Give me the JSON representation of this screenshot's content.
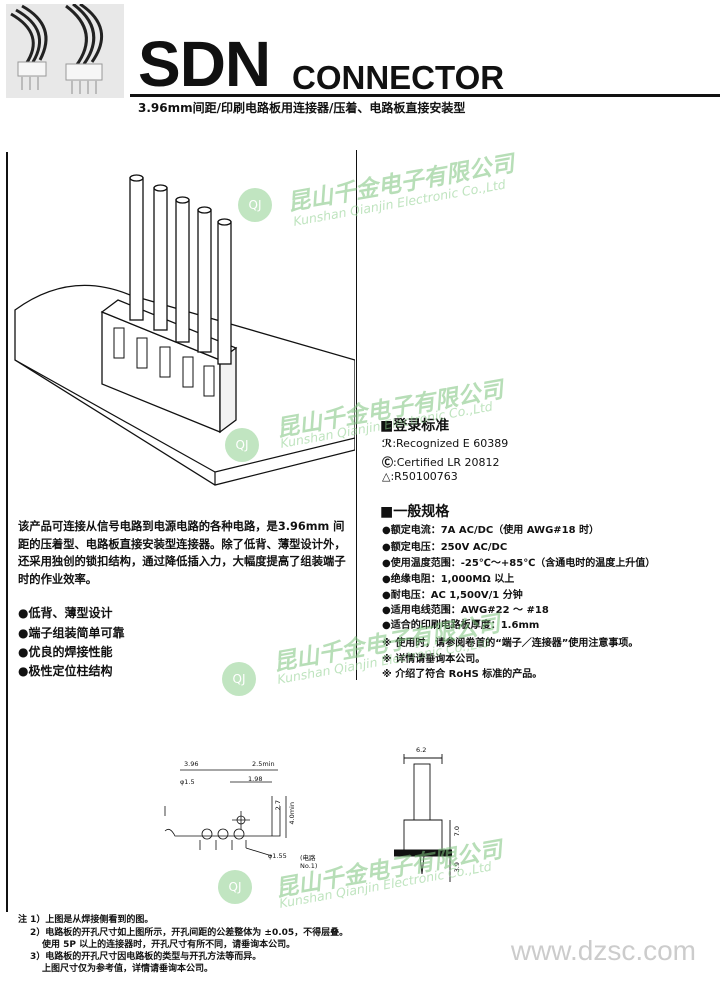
{
  "header": {
    "title_main": "SDN",
    "title_sub": "CONNECTOR",
    "subtitle": "3.96mm间距/印刷电路板用连接器/压着、电路板直接安装型"
  },
  "description": "该产品可连接从信号电路到电源电路的各种电路，是3.96mm 间距的压着型、电路板直接安装型连接器。除了低背、薄型设计外，还采用独创的锁扣结构，通过降低插入力，大幅度提高了组装端子时的作业效率。",
  "features": [
    "●低背、薄型设计",
    "●端子组装简单可靠",
    "●优良的焊接性能",
    "●极性定位柱结构"
  ],
  "registration": {
    "heading": "■登录标准",
    "items": [
      {
        "mark": "ℛ",
        "text": ":Recognized E 60389"
      },
      {
        "mark": "Ⓒ",
        "text": ":Certified LR 20812"
      },
      {
        "mark": "△",
        "text": ":R50100763"
      }
    ]
  },
  "specs": {
    "heading": "■一般规格",
    "items": [
      "●额定电流：7A   AC/DC（使用 AWG#18 时）",
      "●额定电压：250V   AC/DC",
      "●使用温度范围：-25℃～+85℃（含通电时的温度上升值）",
      "●绝缘电阻：1,000MΩ 以上",
      "●耐电压：AC 1,500V/1 分钟",
      "●适用电线范围：AWG#22 ～ #18",
      "●适合的印刷电路板厚度：1.6mm"
    ],
    "notes": [
      "※ 使用时，请参阅卷首的“端子／连接器”使用注意事项。",
      "※ 详情请垂询本公司。",
      "※ 介绍了符合 RoHS 标准的产品。"
    ]
  },
  "drawing_left": {
    "dim_396": "3.96",
    "dim_25": "2.5min",
    "dim_15": "φ1.5",
    "dim_198": "1.98",
    "dim_27": "2.7",
    "dim_40": "4.0min",
    "dim_155": "φ1.55",
    "dim_pin": "(电路No.1)"
  },
  "drawing_right": {
    "dim_62": "6.2",
    "dim_70": "7.0",
    "dim_39": "3.9"
  },
  "footnotes": [
    "注 1）上图是从焊接侧看到的图。",
    "2）电路板的开孔尺寸如上图所示，开孔间距的公差整体为 ±0.05，不得层叠。",
    "使用 5P 以上的连接器时，开孔尺寸有所不同，请垂询本公司。",
    "3）电路板的开孔尺寸因电路板的类型与开孔方法等而异。",
    "上图尺寸仅为参考值，详情请垂询本公司。"
  ],
  "watermark": {
    "cn": "昆山千金电子有限公司",
    "en": "Kunshan Qianjin Electronic Co.,Ltd",
    "logo": "QJ"
  },
  "site": "www.dzsc.com",
  "colors": {
    "watermark": "#7ec47e",
    "ink": "#111111"
  }
}
